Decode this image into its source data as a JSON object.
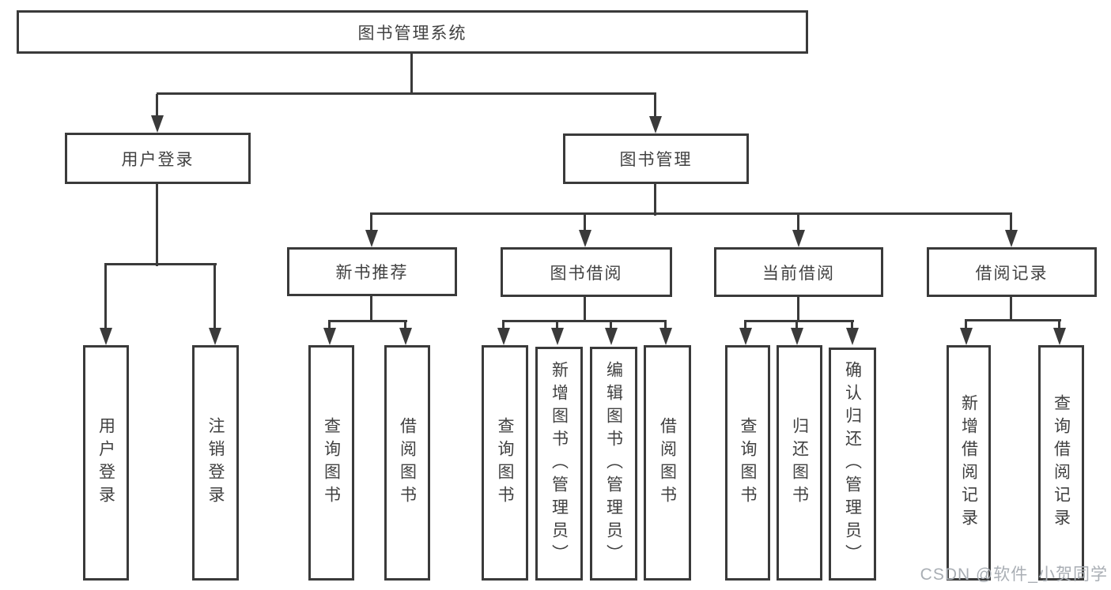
{
  "diagram": {
    "root": {
      "label": "图书管理系统"
    },
    "level2": [
      {
        "label": "用户登录"
      },
      {
        "label": "图书管理"
      }
    ],
    "level3": [
      {
        "label": "新书推荐"
      },
      {
        "label": "图书借阅"
      },
      {
        "label": "当前借阅"
      },
      {
        "label": "借阅记录"
      }
    ],
    "leaf_groups": {
      "user_login": [
        "用户登录",
        "注销登录"
      ],
      "new_book_rec": [
        "查询图书",
        "借阅图书"
      ],
      "book_borrow": [
        "查询图书",
        "新增图书（管理员）",
        "编辑图书（管理员）",
        "借阅图书"
      ],
      "current_borrow": [
        "查询图书",
        "归还图书",
        "确认归还（管理员）"
      ],
      "borrow_records": [
        "新增借阅记录",
        "查询借阅记录"
      ]
    },
    "colors": {
      "line": "#3a3a3a",
      "text": "#414141",
      "background": "#ffffff",
      "watermark": "#a9aeb4"
    }
  },
  "watermark": {
    "text": "CSDN @软件_小贺同学"
  }
}
